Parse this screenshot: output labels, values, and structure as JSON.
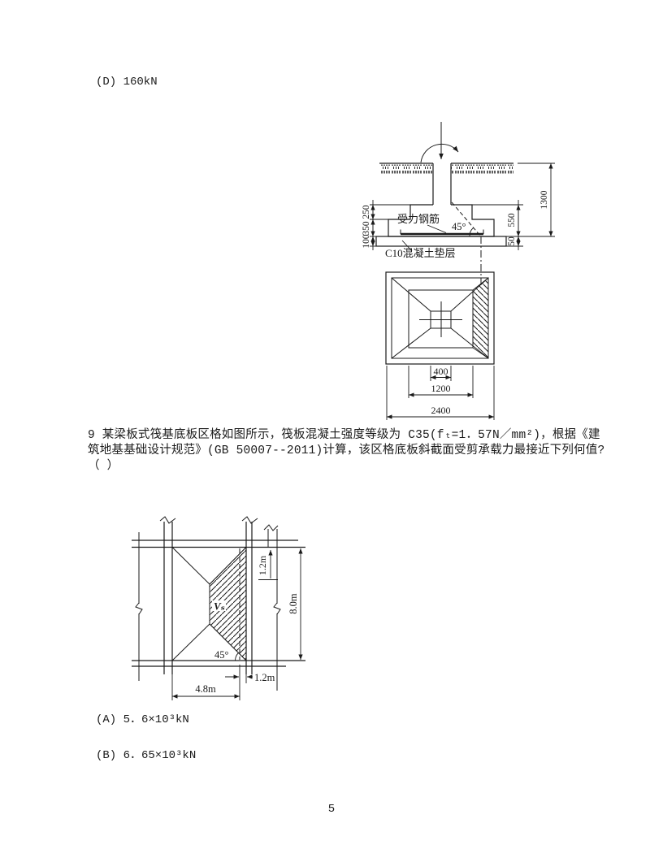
{
  "page_number": "5",
  "prev_option": "(D) 160kN",
  "question": {
    "line1": "9 某梁板式筏基底板区格如图所示，筏板混凝土强度等级为 C35(fₜ=1．57N／mm²)，根据《建",
    "line2": "筑地基基础设计规范》(GB 50007--2011)计算，该区格底板斜截面受剪承载力最接近下列何值?",
    "line3": "（ ）"
  },
  "options": {
    "a": "(A) 5．6×10³kN",
    "b": "(B) 6．65×10³kN"
  },
  "figure1": {
    "rebar_label": "受力钢筋",
    "angle_label": "45°",
    "cushion_label": "C10混凝土垫层",
    "dim_250": "250",
    "dim_350": "350",
    "dim_100": "100",
    "dim_550": "550",
    "dim_50": "50",
    "dim_1300": "1300",
    "dim_400": "400",
    "dim_1200": "1200",
    "dim_2400": "2400"
  },
  "figure2": {
    "shear_label": "Vₛ",
    "angle_label": "45°",
    "dim_top_right": "1.2m",
    "dim_height": "8.0m",
    "dim_bottom_right": "1.2m",
    "dim_bottom": "4.8m"
  }
}
